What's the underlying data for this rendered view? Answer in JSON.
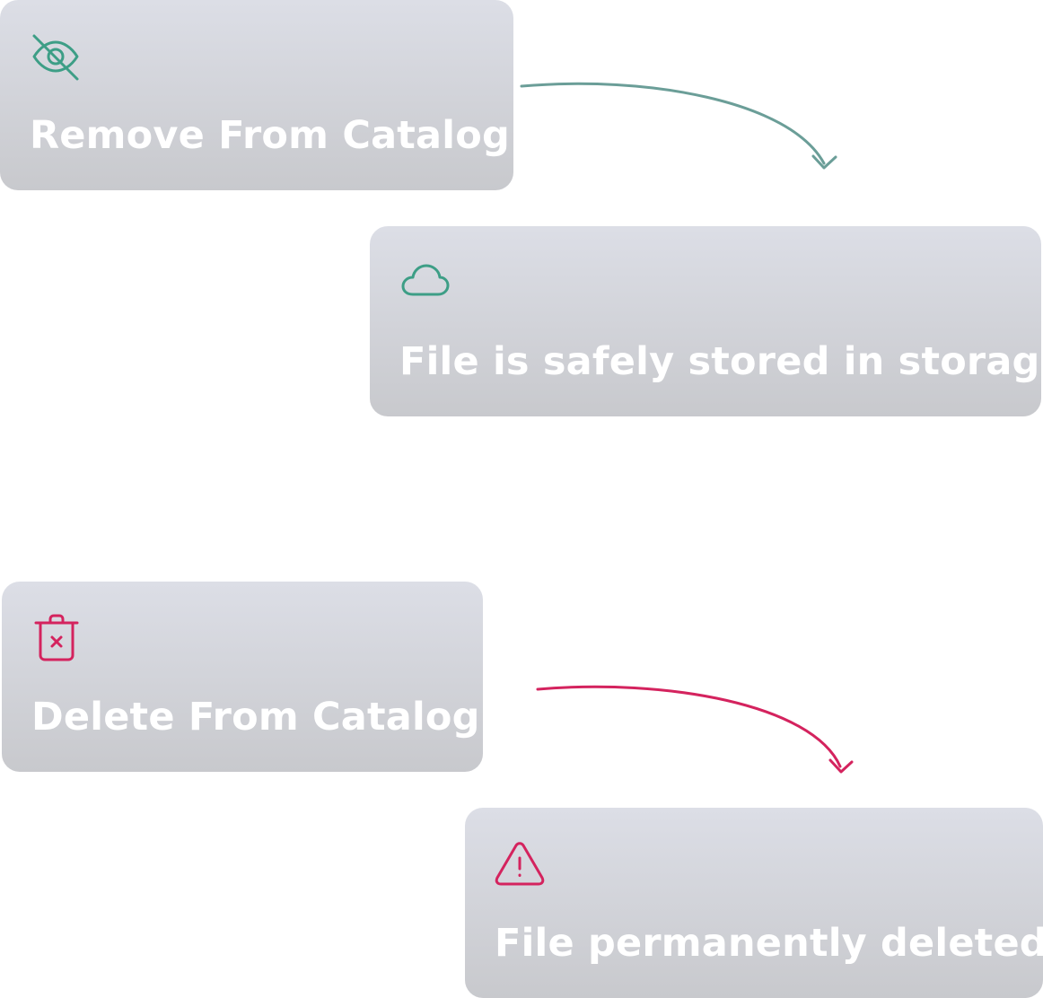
{
  "colors": {
    "green": "#3d9e86",
    "teal_arrow": "#6b9e98",
    "crimson": "#d4235e",
    "card_top": "#dcdee6",
    "card_bottom": "#c8c9cd",
    "text": "#ffffff"
  },
  "cards": [
    {
      "id": "remove",
      "icon": "eye-off-icon",
      "label": "Remove From Catalog"
    },
    {
      "id": "stored",
      "icon": "cloud-icon",
      "label": "File is safely stored in storage"
    },
    {
      "id": "delete",
      "icon": "trash-x-icon",
      "label": "Delete From Catalog"
    },
    {
      "id": "deleted",
      "icon": "alert-triangle-icon",
      "label": "File permanently deleted"
    }
  ]
}
